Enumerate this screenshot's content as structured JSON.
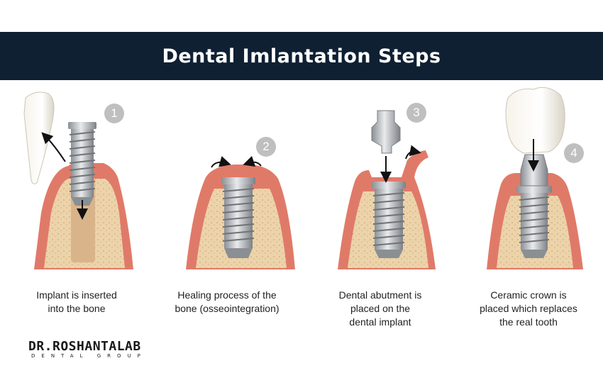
{
  "title": "Dental Imlantation Steps",
  "steps": [
    {
      "number": "1",
      "caption_lines": [
        "Implant is inserted",
        "into the bone"
      ]
    },
    {
      "number": "2",
      "caption_lines": [
        "Healing process of the",
        "bone (osseointegration)"
      ]
    },
    {
      "number": "3",
      "caption_lines": [
        "Dental abutment is",
        "placed on the",
        "dental implant"
      ]
    },
    {
      "number": "4",
      "caption_lines": [
        "Ceramic crown is",
        "placed which replaces",
        "the real tooth"
      ]
    }
  ],
  "logo": {
    "name": "DR.ROSHANTALAB",
    "subtitle": "DENTAL GROUP"
  },
  "colors": {
    "banner": "#0f2033",
    "gum": "#e07a68",
    "bone": "#ecd3aa",
    "metal": "#b0b4b8",
    "badge": "#bfbfbf"
  }
}
